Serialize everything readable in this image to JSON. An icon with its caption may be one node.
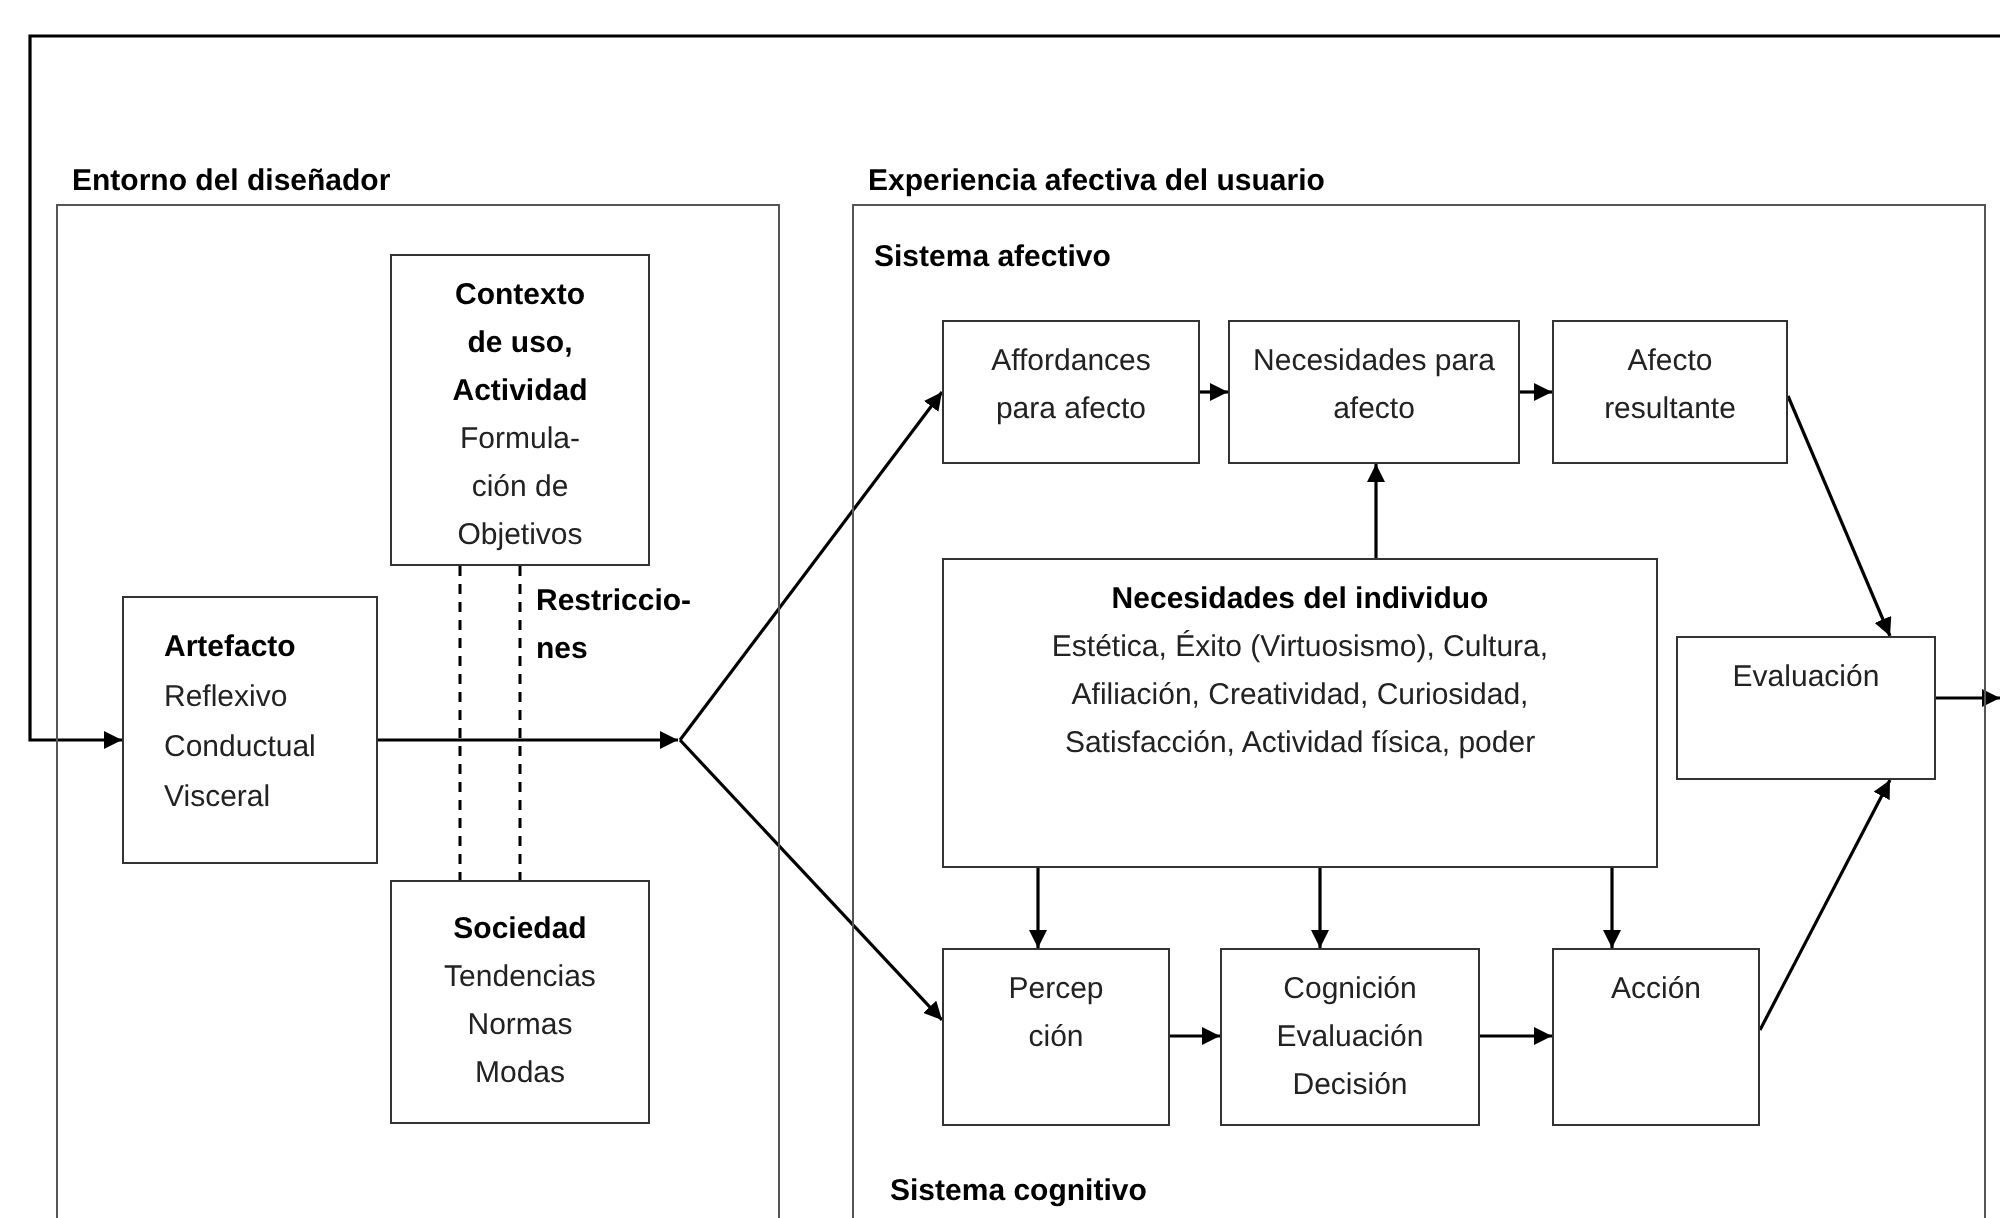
{
  "diagram": {
    "nodes": [
      {
        "text": [
          "Entorno del diseñador"
        ]
      },
      {
        "text": [
          "Contexto de uso, Actividad",
          "Formula- ción de Objetivos"
        ],
        "in": 0
      },
      {
        "text": [
          "Artefacto",
          "Reflexivo",
          "Conductual",
          "Visceral"
        ],
        "in": 0
      },
      {
        "text": [
          "Sociedad",
          "Tendencias",
          "Normas",
          "Modas"
        ],
        "in": 0
      },
      {
        "text": [
          "Experiencia afectiva del usuario",
          "Sistema afectivo",
          "Sistema cognitivo"
        ]
      },
      {
        "text": [
          "Affordances para afecto"
        ],
        "in": 4
      },
      {
        "text": [
          "Necesidades para afecto"
        ],
        "in": 4
      },
      {
        "text": [
          "Afecto resultante"
        ],
        "in": 4
      },
      {
        "text": [
          "Necesidades del individuo",
          "Estética, Éxito (Virtuosismo), Cultura, Afiliación, Creatividad, Curiosidad, Satisfacción, Actividad física, poder"
        ],
        "in": 4
      },
      {
        "text": [
          "Evaluación"
        ],
        "in": 4
      },
      {
        "text": [
          "Percep ción"
        ],
        "in": 4
      },
      {
        "text": [
          "Cognición Evaluación Decisión"
        ],
        "in": 4
      },
      {
        "text": [
          "Acción"
        ],
        "in": 4
      }
    ],
    "edges": [
      {
        "from": null,
        "to": 2,
        "arrow": "to"
      },
      {
        "from": 2,
        "to": 5,
        "arrow": "to"
      },
      {
        "from": 2,
        "to": 10,
        "arrow": "to"
      },
      {
        "from": 1,
        "to": 3,
        "arrow": "none",
        "style": "dashed"
      },
      {
        "from": 1,
        "to": 3,
        "arrow": "none",
        "style": "dashed",
        "label": "Restriccio- nes"
      },
      {
        "from": 5,
        "to": 6,
        "arrow": "to"
      },
      {
        "from": 6,
        "to": 7,
        "arrow": "to"
      },
      {
        "from": 8,
        "to": 6,
        "arrow": "to"
      },
      {
        "from": 7,
        "to": 9,
        "arrow": "to"
      },
      {
        "from": 8,
        "to": 10,
        "arrow": "to"
      },
      {
        "from": 8,
        "to": 11,
        "arrow": "to"
      },
      {
        "from": 8,
        "to": 12,
        "arrow": "to"
      },
      {
        "from": 10,
        "to": 11,
        "arrow": "to"
      },
      {
        "from": 11,
        "to": 12,
        "arrow": "to"
      },
      {
        "from": 12,
        "to": 9,
        "arrow": "to"
      },
      {
        "from": 9,
        "to": null,
        "arrow": "to"
      }
    ]
  }
}
